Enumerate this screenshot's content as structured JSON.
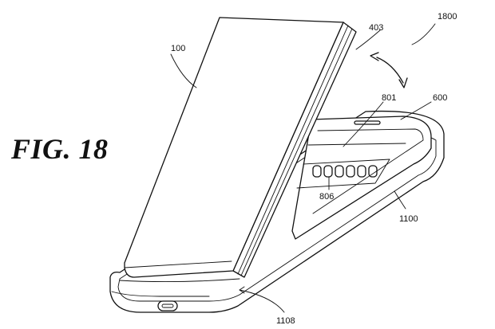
{
  "figure": {
    "title": "FIG. 18"
  },
  "labels": {
    "l100": "100",
    "l403": "403",
    "l1800": "1800",
    "l801": "801",
    "l600": "600",
    "l806": "806",
    "l1100": "1100",
    "l1108": "1108"
  }
}
